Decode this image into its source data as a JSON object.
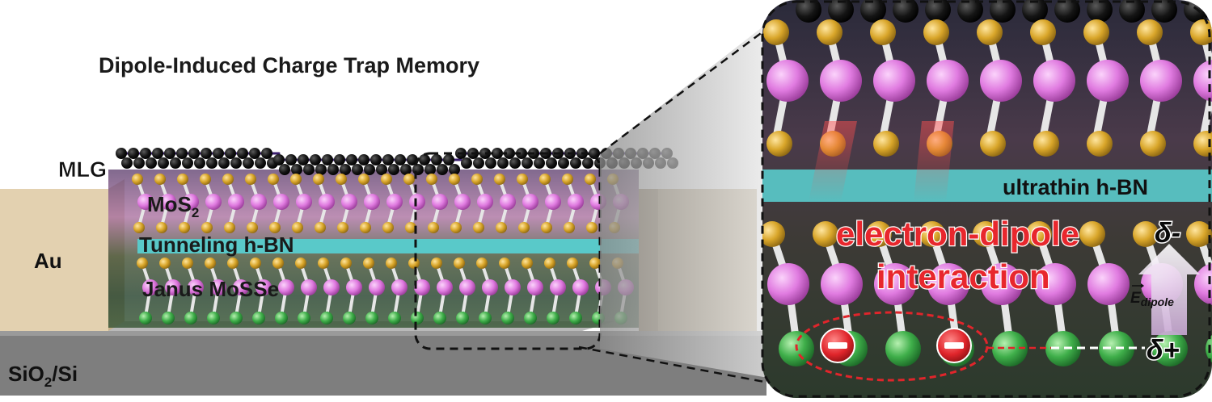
{
  "title": "Dipole-Induced Charge Trap Memory",
  "device": {
    "layers": {
      "mlg": "MLG",
      "mos2_base": "MoS",
      "mos2_sub": "2",
      "tunneling_hbn": "Tunneling h-BN",
      "janus": "Janus MoSSe"
    },
    "electrode": "Au",
    "substrate_base": "SiO",
    "substrate_sub": "2",
    "substrate_rest": "/Si"
  },
  "zoom": {
    "ultrathin_hbn": "ultrathin h-BN",
    "interaction_line1": "electron-dipole",
    "interaction_line2": "interaction",
    "delta_minus": "δ-",
    "delta_plus": "δ+",
    "field_symbol": "E",
    "field_sub": "dipole",
    "electron_sign": "−"
  },
  "colors": {
    "mlg": "#0d0a14",
    "mlg_bond": "#3b1f6e",
    "sulfur": "#d9a62a",
    "molybdenum": "#e07be0",
    "selenium": "#3faf4a",
    "hbn": "#59c9c9",
    "gold": "#e3d1b0",
    "substrate": "#7e7e7e",
    "highlight_red": "#d7262b"
  }
}
